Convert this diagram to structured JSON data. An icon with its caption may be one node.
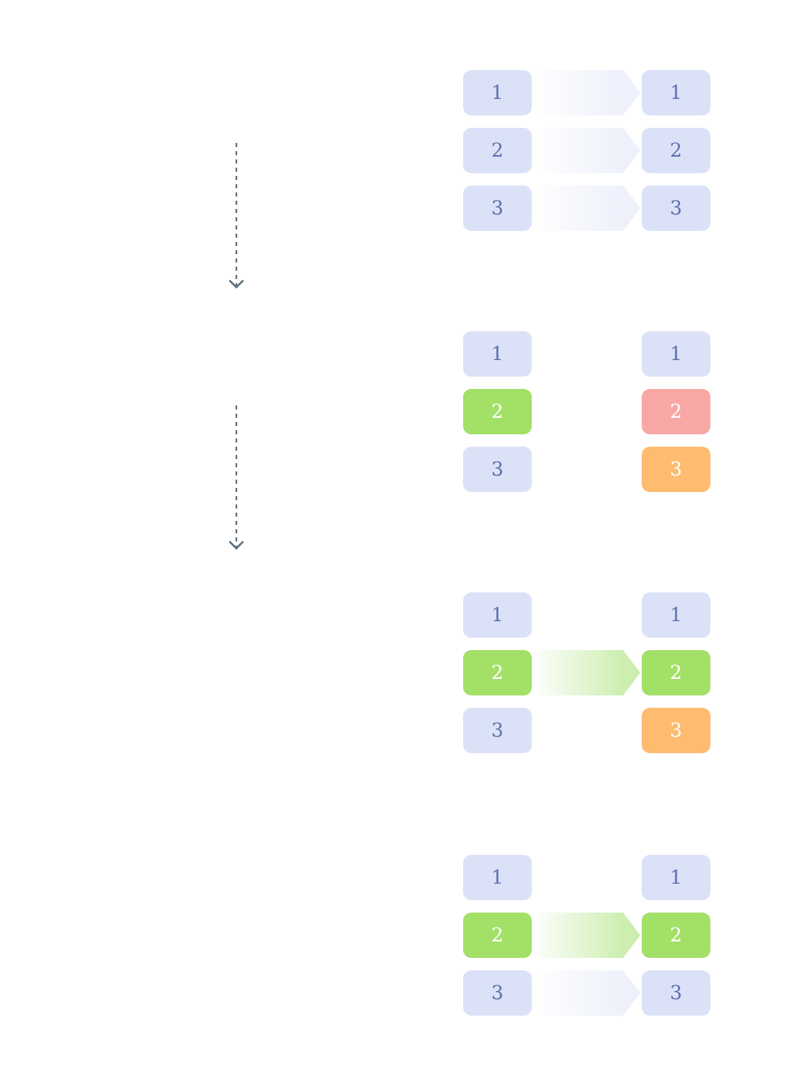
{
  "diagram": {
    "nodes": [
      {
        "text": [
          "1"
        ]
      },
      {
        "text": [
          "1"
        ]
      },
      {
        "text": [
          "2"
        ]
      },
      {
        "text": [
          "2"
        ]
      },
      {
        "text": [
          "3"
        ]
      },
      {
        "text": [
          "3"
        ]
      },
      {
        "text": [
          "1"
        ]
      },
      {
        "text": [
          "1"
        ]
      },
      {
        "text": [
          "2"
        ]
      },
      {
        "text": [
          "2"
        ]
      },
      {
        "text": [
          "3"
        ]
      },
      {
        "text": [
          "3"
        ]
      },
      {
        "text": [
          "1"
        ]
      },
      {
        "text": [
          "1"
        ]
      },
      {
        "text": [
          "2"
        ]
      },
      {
        "text": [
          "2"
        ]
      },
      {
        "text": [
          "3"
        ]
      },
      {
        "text": [
          "3"
        ]
      },
      {
        "text": [
          "1"
        ]
      },
      {
        "text": [
          "1"
        ]
      },
      {
        "text": [
          "2"
        ]
      },
      {
        "text": [
          "2"
        ]
      },
      {
        "text": [
          "3"
        ]
      },
      {
        "text": [
          "3"
        ]
      }
    ],
    "edges": [
      {
        "from": 0,
        "to": 1,
        "arrow": "to"
      },
      {
        "from": 2,
        "to": 3,
        "arrow": "to"
      },
      {
        "from": 4,
        "to": 5,
        "arrow": "to"
      },
      {
        "from": 14,
        "to": 15,
        "arrow": "to",
        "color": "#cdeeb0"
      },
      {
        "from": 20,
        "to": 21,
        "arrow": "to",
        "color": "#cdeeb0"
      },
      {
        "from": 22,
        "to": 23,
        "arrow": "to"
      }
    ]
  }
}
